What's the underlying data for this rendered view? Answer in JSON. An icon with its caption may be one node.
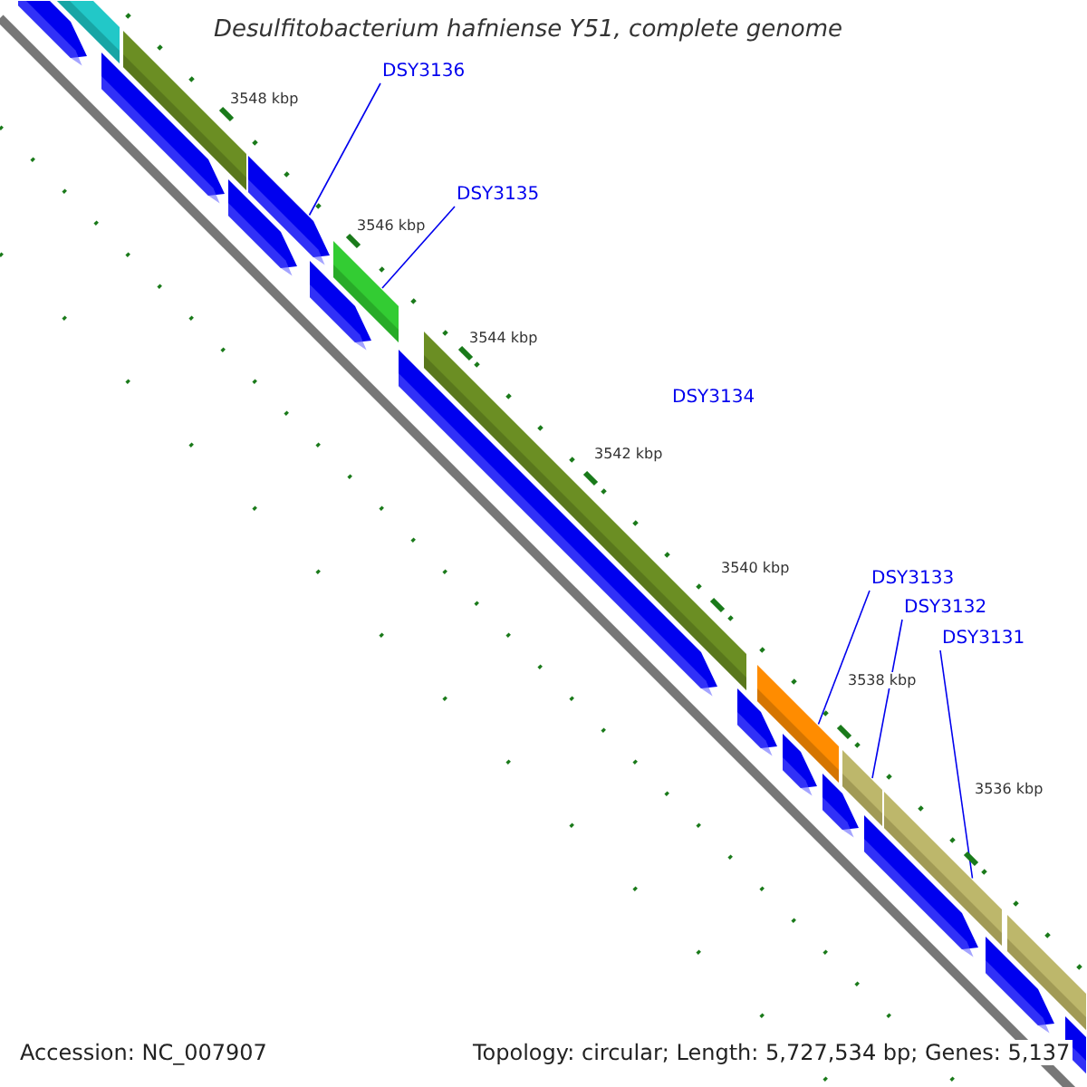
{
  "diagram": {
    "title": "Desulfitobacterium hafniense Y51, complete genome",
    "nodes": [
      {
        "text": [
          "DSY3136"
        ]
      },
      {
        "text": [],
        "shape": "pentagon"
      },
      {
        "text": [
          "DSY3135"
        ]
      },
      {
        "text": [],
        "shape": "bar"
      },
      {
        "text": [
          "DSY3133"
        ]
      },
      {
        "text": [],
        "shape": "bar"
      },
      {
        "text": [
          "DSY3132"
        ]
      },
      {
        "text": [],
        "shape": "bar"
      },
      {
        "text": [
          "DSY3131"
        ]
      },
      {
        "text": [],
        "shape": "bar"
      },
      {
        "text": [],
        "shape": "bar"
      },
      {
        "text": [],
        "shape": "bar"
      },
      {
        "text": [],
        "shape": "bar"
      },
      {
        "text": [],
        "shape": "bar"
      },
      {
        "text": [],
        "shape": "pentagon"
      },
      {
        "text": [],
        "shape": "pentagon"
      },
      {
        "text": [],
        "shape": "pentagon"
      },
      {
        "text": [],
        "shape": "pentagon"
      },
      {
        "text": [],
        "shape": "pentagon"
      },
      {
        "text": [],
        "shape": "pentagon"
      },
      {
        "text": [],
        "shape": "pentagon"
      },
      {
        "text": [],
        "shape": "pentagon"
      },
      {
        "text": [],
        "shape": "pentagon"
      },
      {
        "text": [],
        "shape": "pentagon"
      },
      {
        "text": [],
        "shape": "pentagon"
      }
    ],
    "edges": [
      {
        "from": 0,
        "to": 1,
        "arrow": "none"
      },
      {
        "from": 2,
        "to": 3,
        "arrow": "none"
      },
      {
        "from": 4,
        "to": 5,
        "arrow": "none"
      },
      {
        "from": 6,
        "to": 7,
        "arrow": "none"
      },
      {
        "from": 8,
        "to": 9,
        "arrow": "none"
      }
    ],
    "labels": [
      "3548 kbp",
      "3546 kbp",
      "3544 kbp",
      "DSY3134",
      "3542 kbp",
      "3540 kbp",
      "3538 kbp",
      "3536 kbp",
      "Accession: NC_007907",
      "Topology: circular; Length: 5,727,534 bp; Genes: 5,137"
    ]
  }
}
